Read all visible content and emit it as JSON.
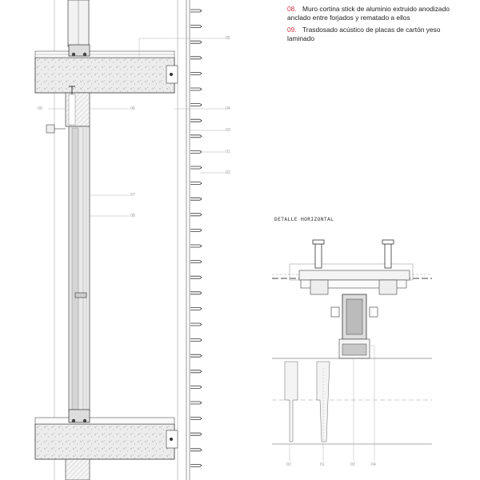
{
  "legend": [
    {
      "num": "08.",
      "text": "Muro cortina stick de aluminio extruido anodizado anclado entre forjados y rematado a ellos"
    },
    {
      "num": "09.",
      "text": "Trasdosado acústico de placas de cartón yeso laminado"
    }
  ],
  "detail_title": "DETALLE HORIZONTAL",
  "section_callouts": [
    "05",
    "09",
    "06",
    "04",
    "03",
    "01",
    "02",
    "07",
    "08"
  ],
  "plan_callouts": [
    "02",
    "01",
    "03",
    "04"
  ],
  "colors": {
    "accent": "#cc3344",
    "line": "#444444",
    "leader": "#b5b5b5",
    "concrete": "#e6e6e6"
  }
}
